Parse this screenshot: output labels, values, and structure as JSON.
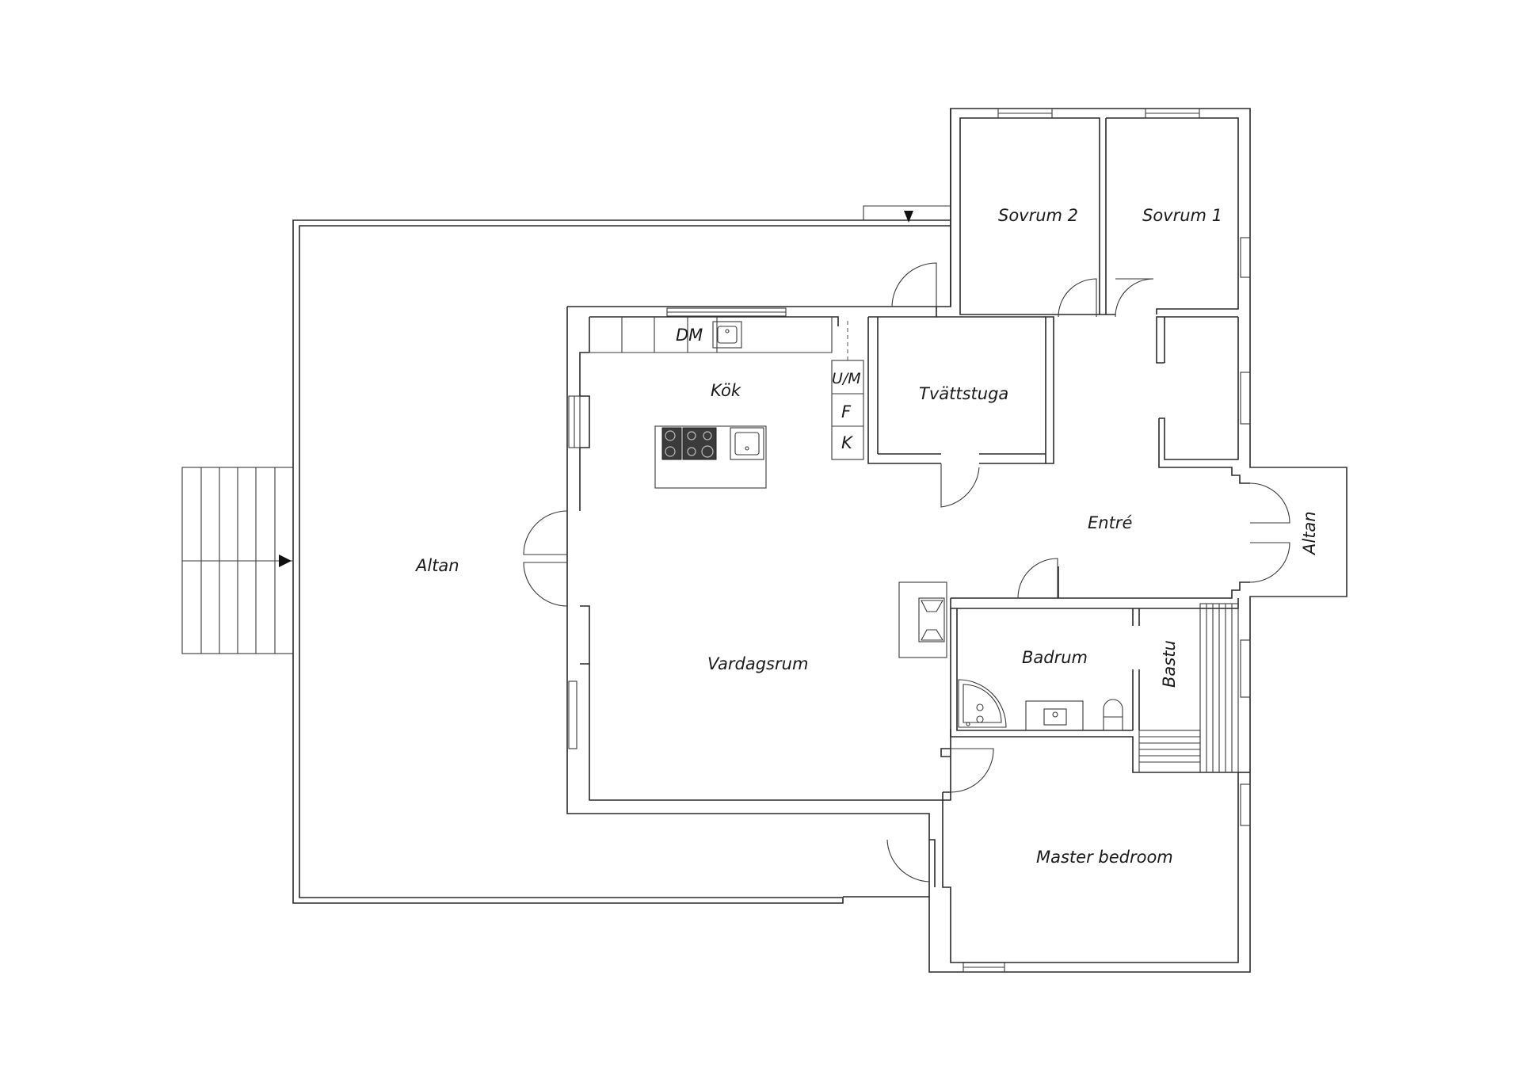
{
  "rooms": {
    "sovrum2": "Sovrum 2",
    "sovrum1": "Sovrum 1",
    "kok": "Kök",
    "tvattstuga": "Tvättstuga",
    "altan_main": "Altan",
    "entre": "Entré",
    "altan_side": "Altan",
    "vardagsrum": "Vardagsrum",
    "badrum": "Badrum",
    "bastu": "Bastu",
    "master_bedroom": "Master bedroom"
  },
  "appliances": {
    "dm": "DM",
    "um": "U/M",
    "f": "F",
    "k": "K"
  }
}
